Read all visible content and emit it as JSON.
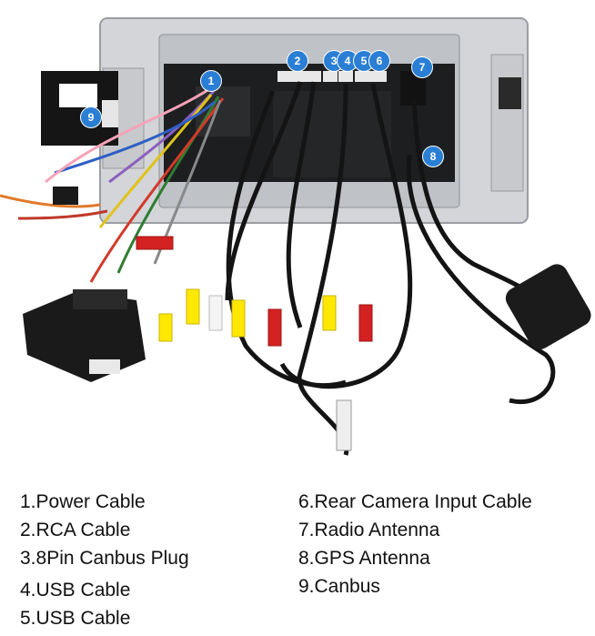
{
  "badges": [
    "1",
    "2",
    "3",
    "4",
    "5",
    "6",
    "7",
    "8",
    "9"
  ],
  "legend": {
    "left": [
      "1.Power Cable",
      "2.RCA Cable",
      "3.8Pin Canbus Plug",
      "4.USB Cable",
      "5.USB Cable"
    ],
    "right": [
      "6.Rear Camera Input Cable",
      "7.Radio Antenna",
      "8.GPS Antenna",
      "9.Canbus"
    ]
  }
}
